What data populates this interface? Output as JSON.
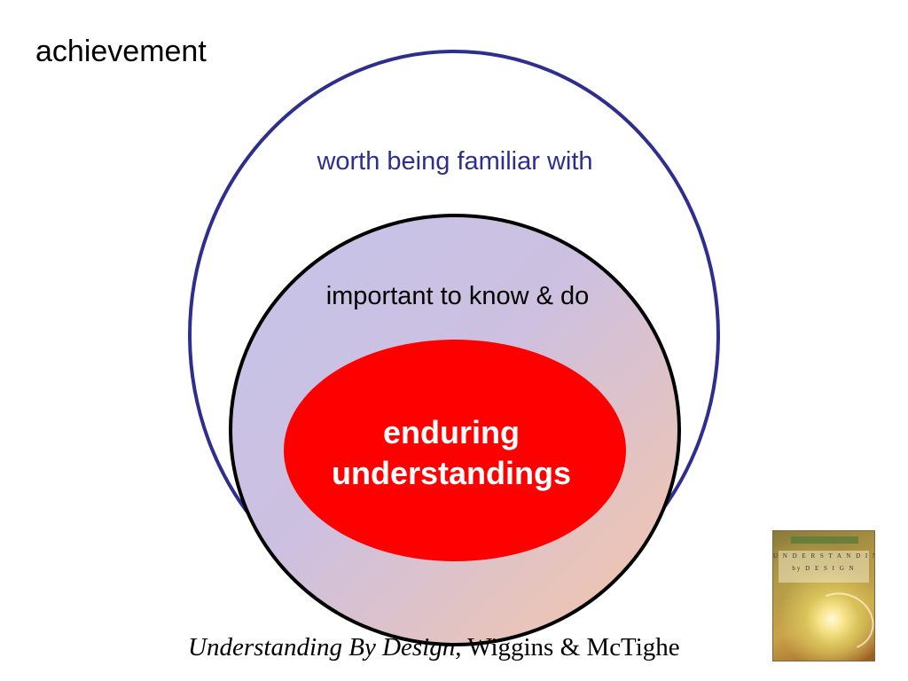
{
  "page_title": "achievement",
  "diagram": {
    "outer_label": "worth being familiar with",
    "middle_label": "important to know & do",
    "inner_label_line1": "enduring",
    "inner_label_line2": "understandings"
  },
  "citation": {
    "book_title": "Understanding By Design",
    "separator": ", ",
    "authors": "Wiggins & McTighe"
  },
  "book_cover": {
    "line1": "U N D E R S T A N D I N G",
    "line2": "by D E S I G N"
  },
  "colors": {
    "outer_stroke": "#2e2e8e",
    "outer_label": "#2e2e8e",
    "middle_stroke": "#000000",
    "middle_fill_top": "#c4c4ea",
    "middle_fill_bottom": "#f5c4a8",
    "inner_fill": "#ff0000",
    "inner_label": "#ffffff"
  }
}
